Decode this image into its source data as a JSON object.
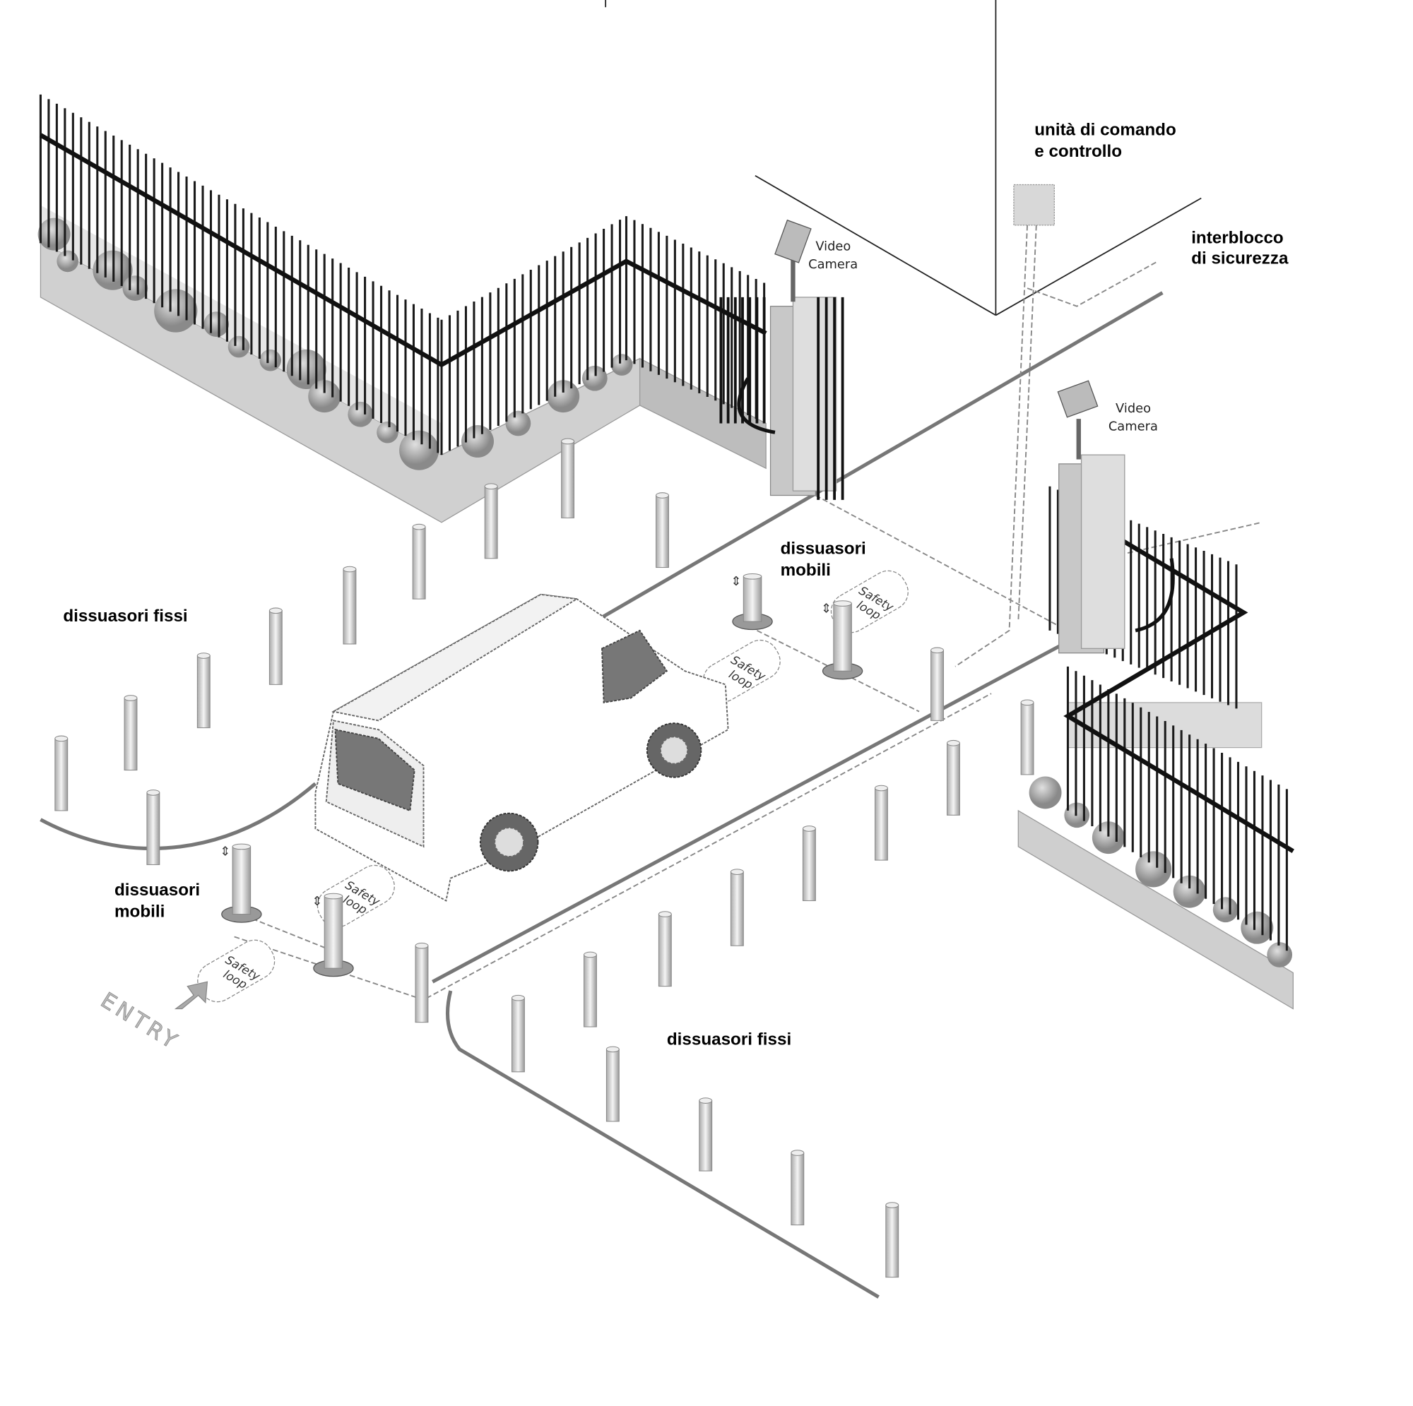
{
  "labels": {
    "control_unit": [
      "unità di comando",
      "e controllo"
    ],
    "safety_interlock": [
      "interblocco",
      "di sicurezza"
    ],
    "video_camera_left": [
      "Video",
      "Camera"
    ],
    "video_camera_right": [
      "Video",
      "Camera"
    ],
    "mobile_bollards_top": [
      "dissuasori",
      "mobili"
    ],
    "mobile_bollards_bottom": [
      "dissuasori",
      "mobili"
    ],
    "fixed_bollards_left": "dissuasori fissi",
    "fixed_bollards_bottom": "dissuasori fissi",
    "safety_loop": [
      "Safety",
      "loop"
    ],
    "entry": "ENTRY"
  },
  "colors": {
    "ink": "#000000",
    "wall": "#d4d4d4",
    "wall_dark": "#a8a8a8",
    "fence": "#1a1a1a"
  }
}
